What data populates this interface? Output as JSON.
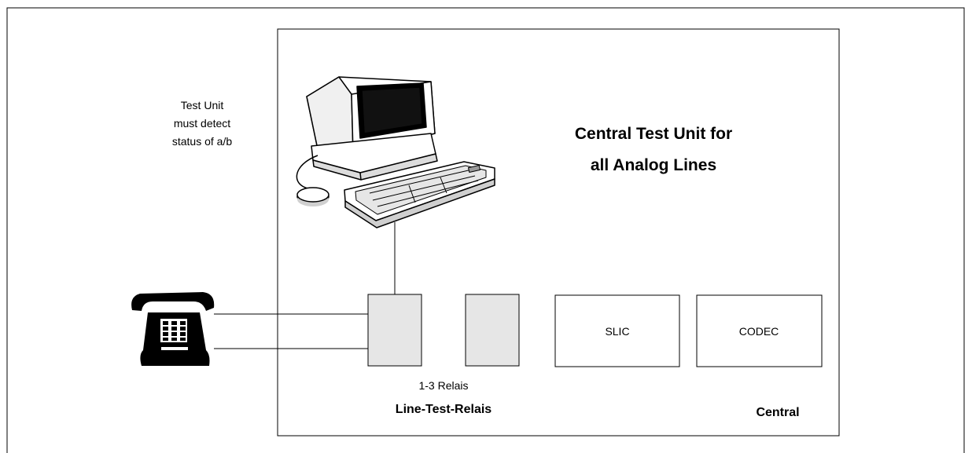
{
  "note": {
    "lines": [
      "Test Unit",
      "must detect",
      "status of a/b"
    ]
  },
  "central_title": {
    "lines": [
      "Central Test Unit for",
      "all Analog Lines"
    ]
  },
  "blocks": {
    "slic": "SLIC",
    "codec": "CODEC"
  },
  "relay_caption": "1-3 Relais",
  "relay_title": "Line-Test-Relais",
  "central_label": "Central",
  "icons": {
    "computer": "computer-icon",
    "telephone": "telephone-icon"
  },
  "colors": {
    "relay_fill": "#e6e6e6",
    "line": "#000000"
  }
}
